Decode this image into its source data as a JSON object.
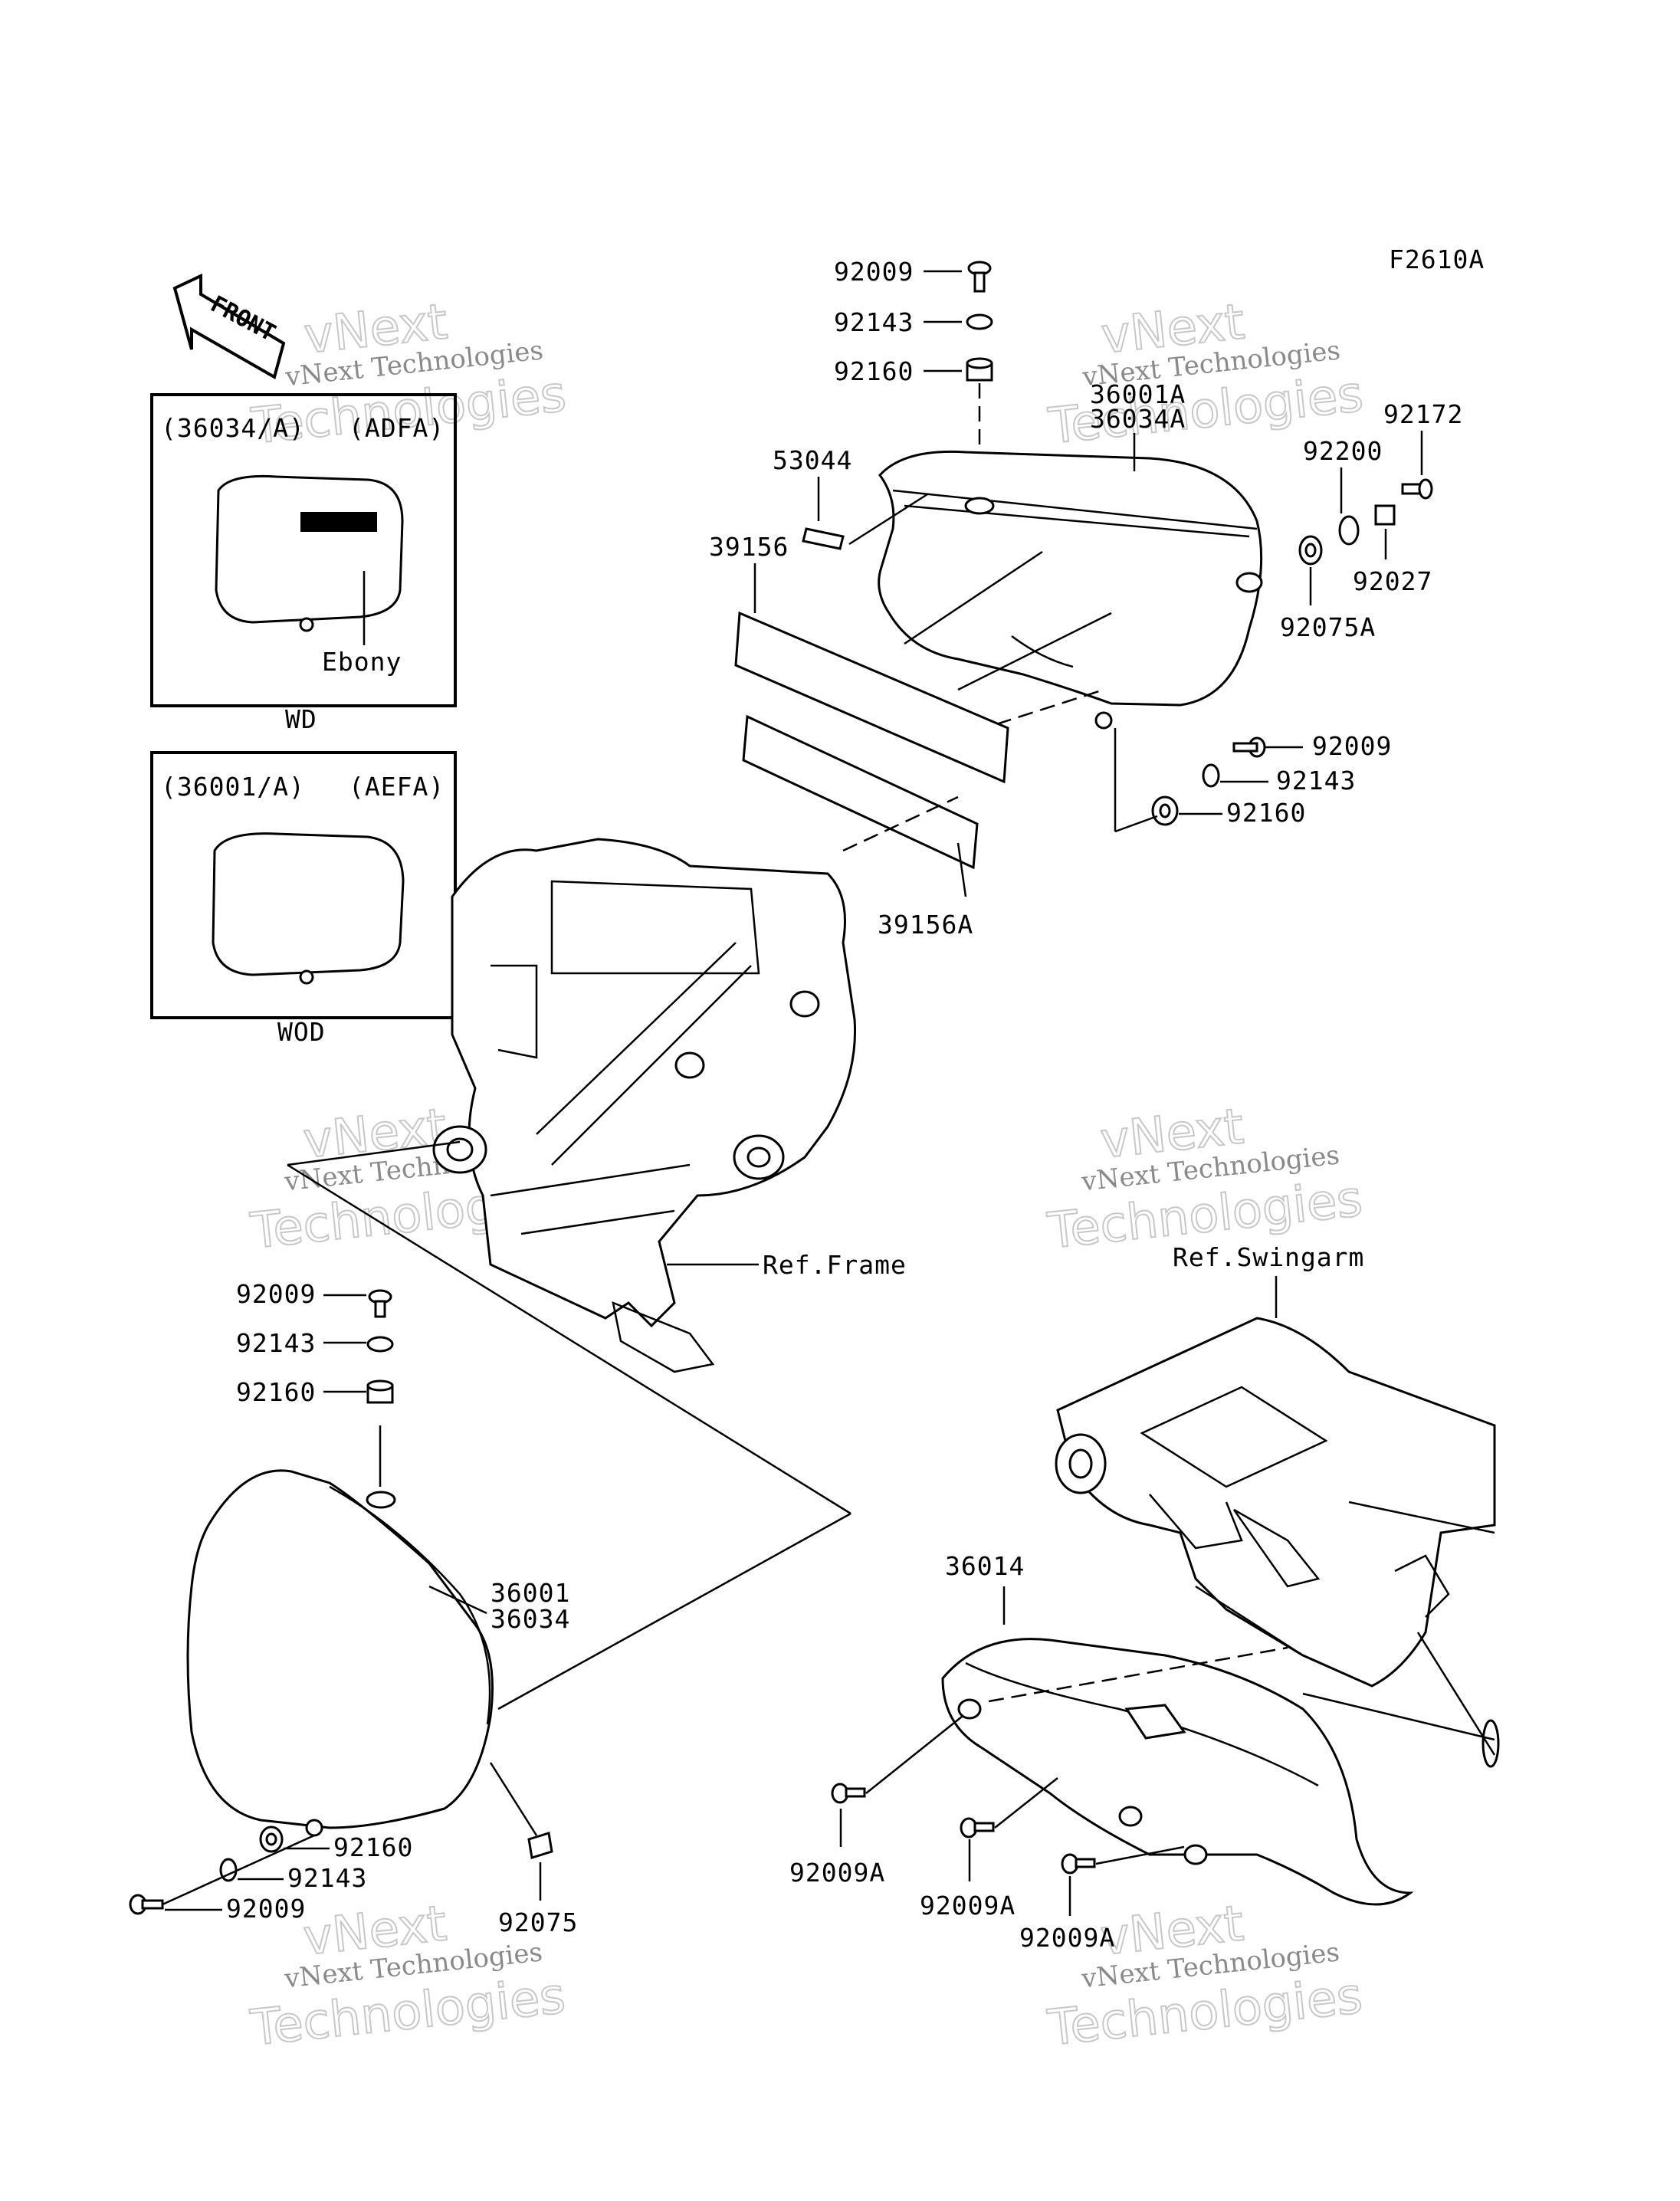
{
  "figure_code": "F2610A",
  "front_label": "FRONT",
  "watermark": {
    "line1": "vNext Technologies",
    "line2": "vNext",
    "line3": "Technologies"
  },
  "inset_wd": {
    "part": "(36034/A)",
    "code": "(ADFA)",
    "note": "Ebony",
    "caption": "WD"
  },
  "inset_wod": {
    "part": "(36001/A)",
    "code": "(AEFA)",
    "caption": "WOD"
  },
  "labels": {
    "top_bolt": "92009",
    "top_washer": "92143",
    "top_grommet": "92160",
    "right_cover_a": "36001A",
    "right_cover_b": "36034A",
    "bolt_92172": "92172",
    "washer_92200": "92200",
    "collar_92027": "92027",
    "nut_92075a": "92075A",
    "pad_53044": "53044",
    "pad_39156": "39156",
    "pad_39156a": "39156A",
    "right_bolt": "92009",
    "right_washer": "92143",
    "right_grommet": "92160",
    "ref_frame": "Ref.Frame",
    "ref_swingarm": "Ref.Swingarm",
    "left_bolt": "92009",
    "left_washer": "92143",
    "left_grommet": "92160",
    "left_cover_a": "36001",
    "left_cover_b": "36034",
    "left_low_grommet": "92160",
    "left_low_washer": "92143",
    "left_low_bolt": "92009",
    "nut_92075": "92075",
    "chain_cover": "36014",
    "bolt_a1": "92009A",
    "bolt_a2": "92009A",
    "bolt_a3": "92009A"
  }
}
